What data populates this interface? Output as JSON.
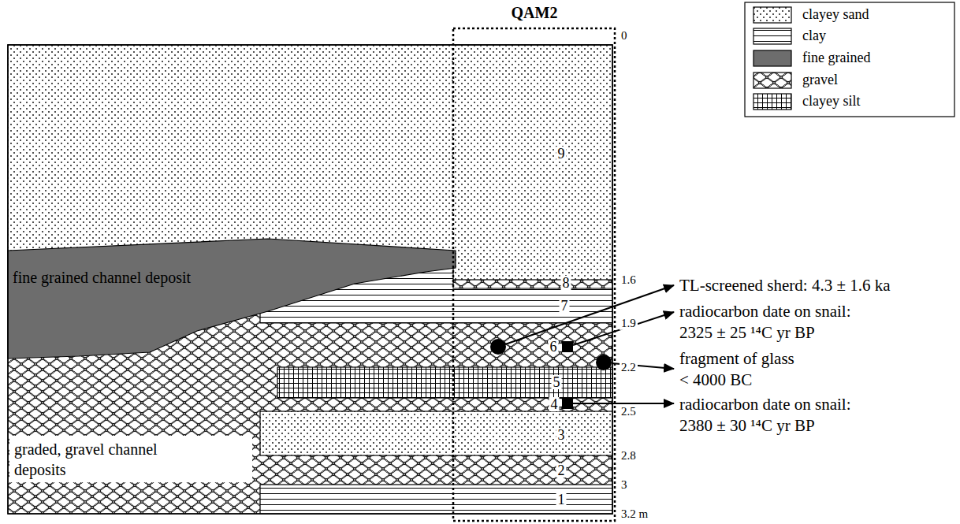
{
  "diagram": {
    "labels": [
      "QAM2",
      "0",
      "9",
      "8",
      "1.6",
      "7",
      "1.9",
      "6",
      "2.2",
      "5",
      "4",
      "2.5",
      "3",
      "2.8",
      "2",
      "3",
      "1",
      "3.2 m",
      "fine grained channel deposit",
      "graded, gravel channel deposits",
      "TL-screened sherd: 4.3 ± 1.6 ka",
      "radiocarbon date on snail: 2325 ± 25 ¹⁴C yr BP",
      "fragment of glass < 4000 BC",
      "radiocarbon date on snail: 2380 ± 30 ¹⁴C yr BP"
    ],
    "legend": [
      {
        "text": "clayey sand"
      },
      {
        "text": "clay"
      },
      {
        "text": "fine grained",
        "color": "#6d6d6d"
      },
      {
        "text": "gravel"
      },
      {
        "text": "clayey silt"
      }
    ]
  }
}
